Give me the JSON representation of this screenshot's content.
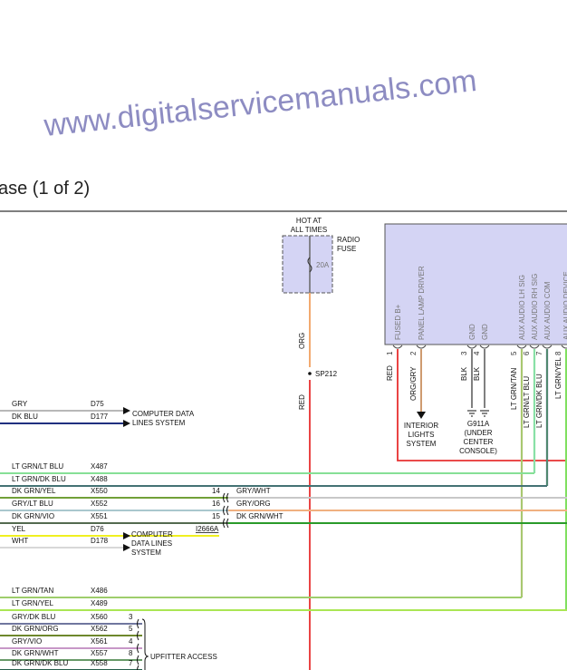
{
  "title": "ase (1 of 2)",
  "fuse": {
    "header1": "HOT AT",
    "header2": "ALL TIMES",
    "name1": "RADIO",
    "name2": "FUSE",
    "rating": "20A",
    "wire_top": "ORG",
    "splice": "SP212",
    "wire_bottom": "RED"
  },
  "watermark": "www.digitalservicemanuals.com",
  "connector": {
    "pins": [
      {
        "num": "1",
        "label": "FUSED B+",
        "wire": "RED"
      },
      {
        "num": "2",
        "label": "PANEL LAMP DRIVER",
        "wire": "ORG/GRY"
      },
      {
        "num": "3",
        "label": "GND",
        "wire": "BLK"
      },
      {
        "num": "4",
        "label": "GND",
        "wire": "BLK"
      },
      {
        "num": "5",
        "label": "AUX AUDIO LH SIG",
        "wire": "LT GRN/TAN"
      },
      {
        "num": "6",
        "label": "AUX AUDIO RH SIG",
        "wire": "LT GRN/LT BLU"
      },
      {
        "num": "7",
        "label": "AUX AUDIO COM",
        "wire": "LT GRN/DK BLU"
      },
      {
        "num": "8",
        "label": "AUX AUDIO DEVICE",
        "wire": "LT GRN/YEL"
      }
    ],
    "interior1": "INTERIOR",
    "interior2": "LIGHTS",
    "interior3": "SYSTEM",
    "ground1": "G911A",
    "ground2": "(UNDER",
    "ground3": "CENTER",
    "ground4": "CONSOLE)"
  },
  "wires": [
    {
      "color": "GRY",
      "circuit": "D75"
    },
    {
      "color": "DK BLU",
      "circuit": "D177"
    },
    {
      "color": "LT GRN/LT BLU",
      "circuit": "X487"
    },
    {
      "color": "LT GRN/DK BLU",
      "circuit": "X488"
    },
    {
      "color": "DK GRN/YEL",
      "circuit": "X550"
    },
    {
      "color": "GRY/LT BLU",
      "circuit": "X552"
    },
    {
      "color": "DK GRN/VIO",
      "circuit": "X551"
    },
    {
      "color": "YEL",
      "circuit": "D76"
    },
    {
      "color": "WHT",
      "circuit": "D178"
    },
    {
      "color": "LT GRN/TAN",
      "circuit": "X486"
    },
    {
      "color": "LT GRN/YEL",
      "circuit": "X489"
    },
    {
      "color": "GRY/DK BLU",
      "circuit": "X560"
    },
    {
      "color": "DK GRN/ORG",
      "circuit": "X562"
    },
    {
      "color": "GRY/VIO",
      "circuit": "X561"
    },
    {
      "color": "DK GRN/WHT",
      "circuit": "X557"
    },
    {
      "color": "DK GRN/DK BLU",
      "circuit": "X558"
    }
  ],
  "cdl1": {
    "l1": "COMPUTER DATA",
    "l2": "LINES SYSTEM"
  },
  "cdl2": {
    "l1": "COMPUTER",
    "l2": "DATA LINES",
    "l3": "SYSTEM"
  },
  "inline": {
    "pins": [
      "14",
      "16",
      "15"
    ],
    "colors": [
      "GRY/WHT",
      "GRY/ORG",
      "DK GRN/WHT"
    ],
    "connector": "I2666A"
  },
  "upfitter": {
    "pins": [
      "3",
      "5",
      "4",
      "8",
      "7"
    ],
    "label": "UPFITTER ACCESS"
  }
}
